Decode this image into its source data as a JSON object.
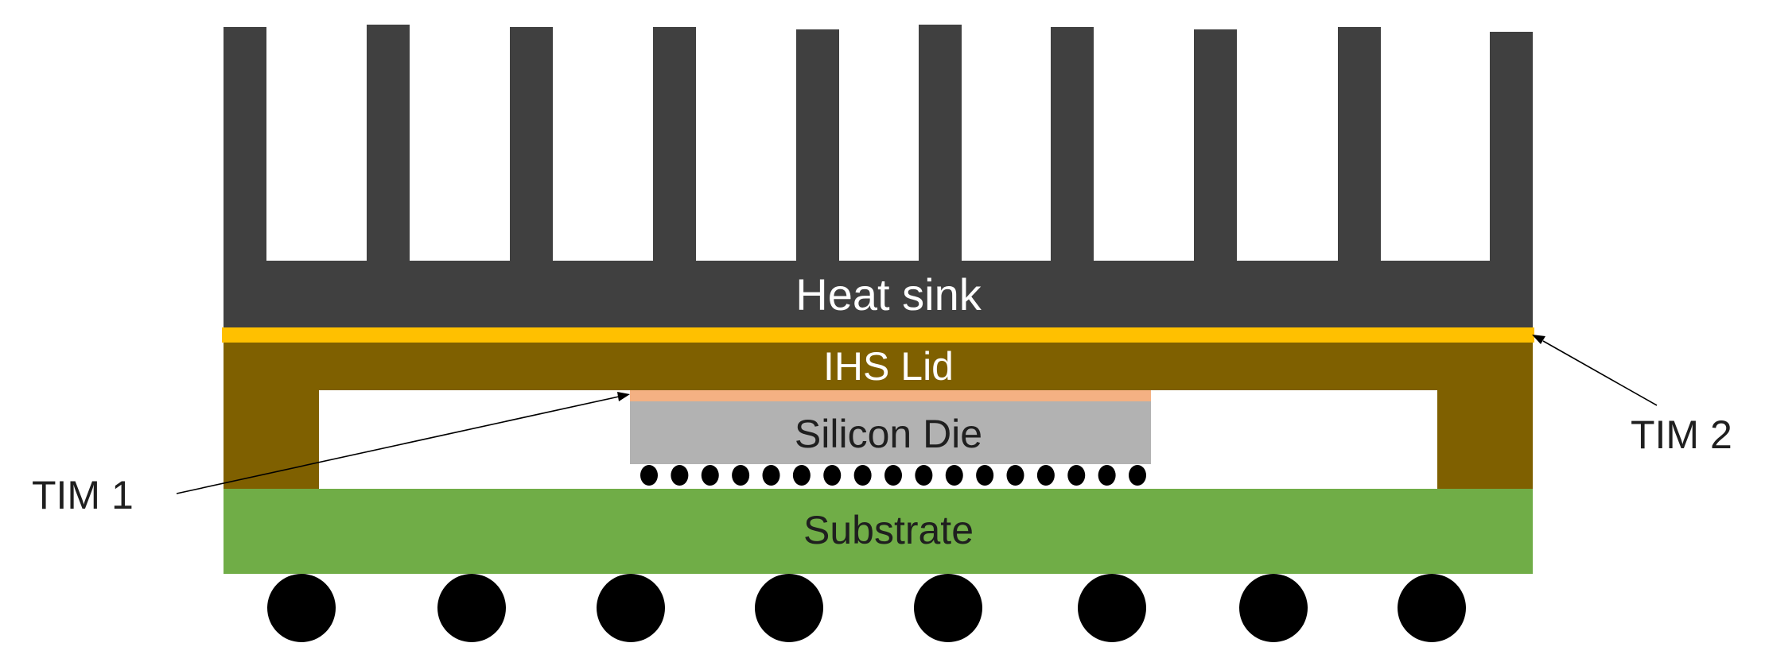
{
  "labels": {
    "heat_sink": "Heat sink",
    "ihs_lid": "IHS Lid",
    "silicon_die": "Silicon Die",
    "substrate": "Substrate",
    "tim1": "TIM 1",
    "tim2": "TIM 2"
  },
  "colors": {
    "heat_sink": "#404040",
    "tim2": "#FFC000",
    "ihs_lid": "#7F6000",
    "tim1": "#F4B183",
    "silicon_die": "#B2B2B2",
    "substrate": "#70AD47",
    "bumps": "#000000",
    "label_light": "#FFFFFF",
    "label_dark": "#1F1F1F",
    "leader_line": "#000000"
  }
}
